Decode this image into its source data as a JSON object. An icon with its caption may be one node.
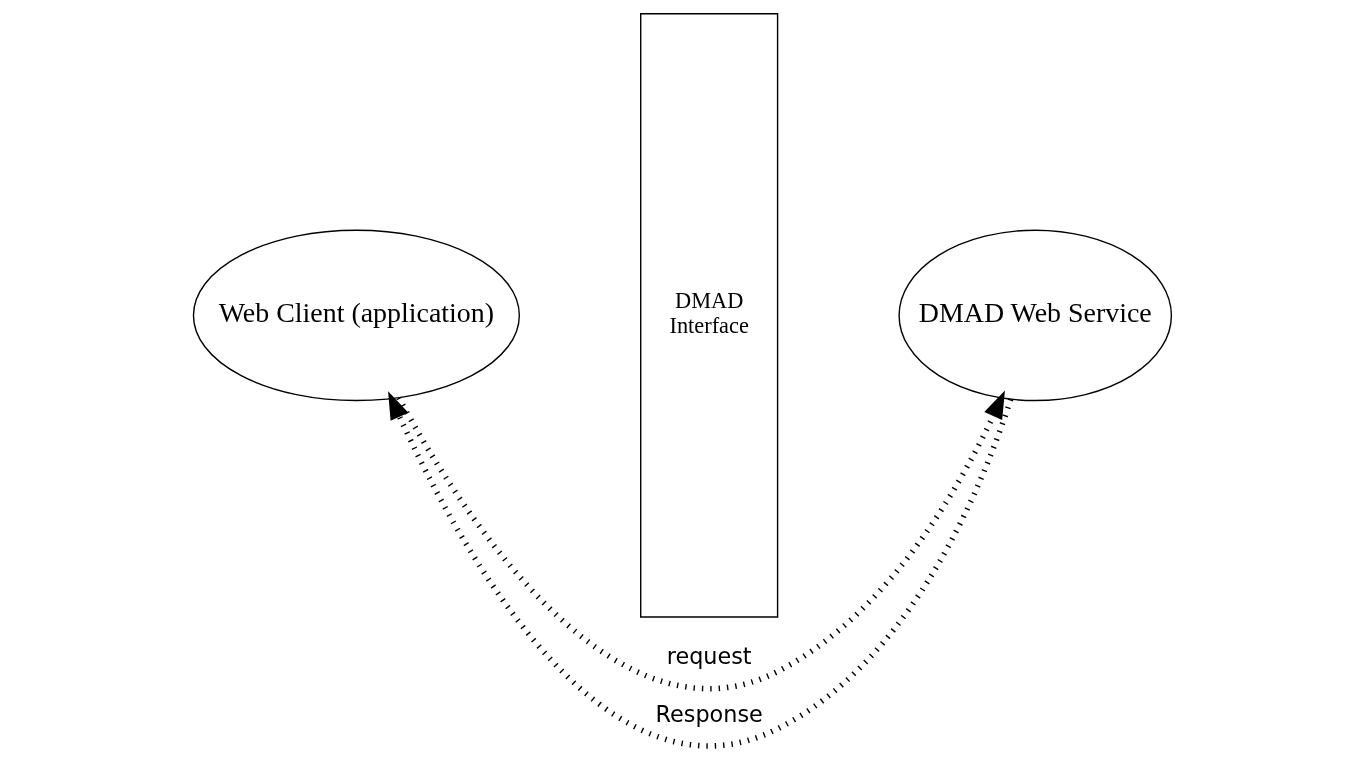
{
  "diagram": {
    "nodes": [
      {
        "text": [
          "Web Client (application)"
        ]
      },
      {
        "text": [
          "DMAD Interface"
        ]
      },
      {
        "text": [
          "DMAD Web Service"
        ]
      }
    ],
    "edges": [
      {
        "from": 0,
        "to": 2,
        "arrow": "to",
        "label": "request",
        "style": "dashed"
      },
      {
        "from": 2,
        "to": 0,
        "arrow": "to",
        "label": "Response",
        "style": "dashed"
      }
    ]
  }
}
